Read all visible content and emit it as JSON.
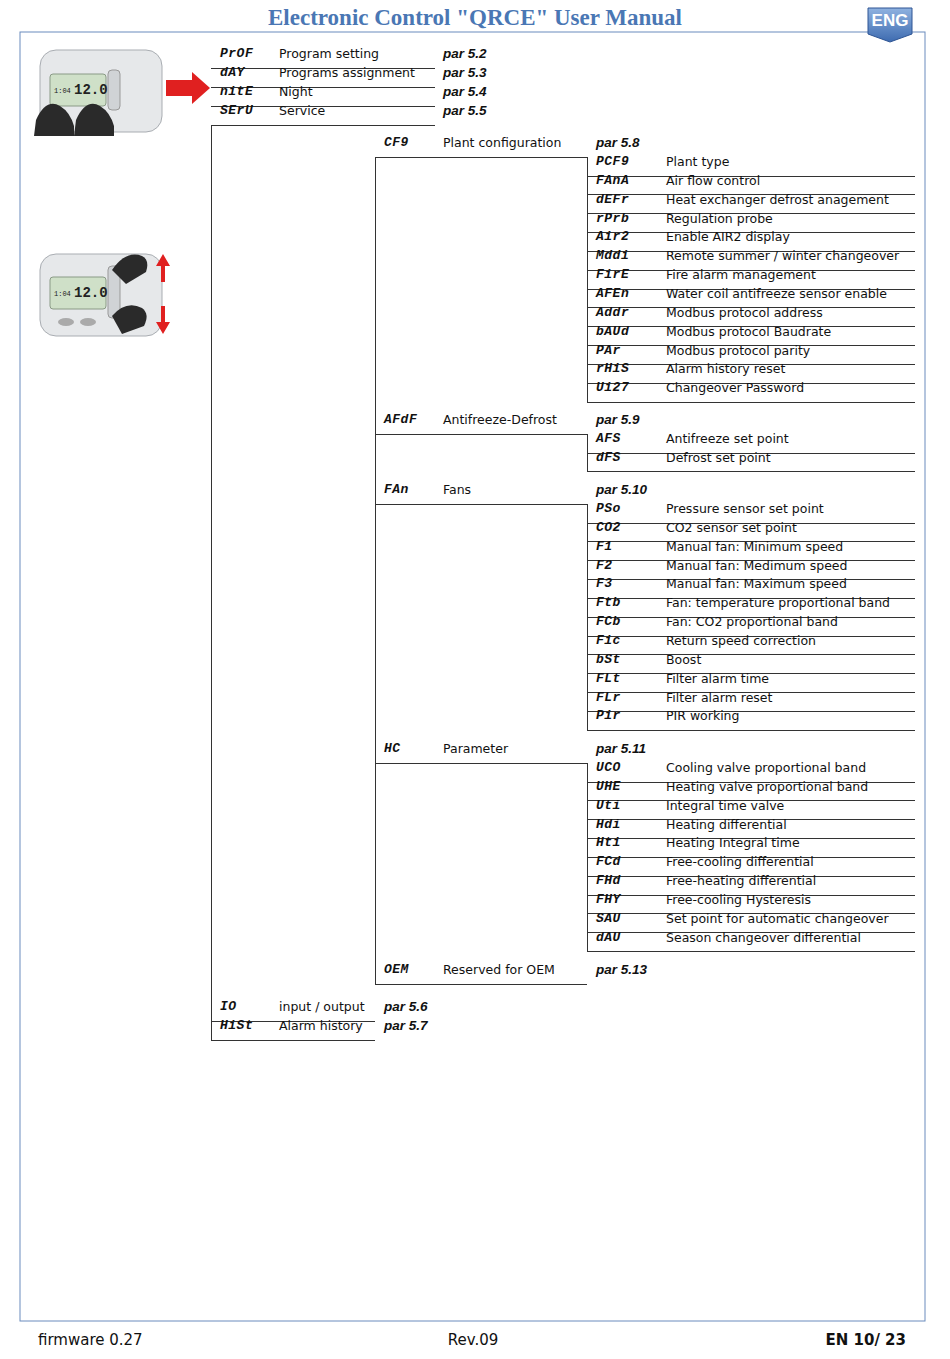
{
  "diagram": {
    "title": "Electronic Control \"QRCE\" User Manual",
    "labels": [
      "ENG",
      "PrOF",
      "Program setting",
      "par 5.2",
      "dAY",
      "Programs assignment",
      "par 5.3",
      "nitE",
      "Night",
      "par 5.4",
      "SErU",
      "Service",
      "par 5.5",
      "CF9",
      "Plant configuration",
      "par 5.8",
      "PCF9",
      "Plant type",
      "FAnA",
      "Air flow control",
      "dEFr",
      "Heat exchanger defrost anagement",
      "rPrb",
      "Regulation probe",
      "Air2",
      "Enable AIR2 display",
      "Mddi",
      "Remote summer / winter changeover",
      "FirE",
      "Fire alarm management",
      "AFEn",
      "Water coil antifreeze sensor enable",
      "Addr",
      "Modbus protocol address",
      "bAUd",
      "Modbus protocol Baudrate",
      "PAr",
      "Modbus protocol parity",
      "rHiS",
      "Alarm history reset",
      "Ui27",
      "Changeover Password",
      "AFdF",
      "Antifreeze-Defrost",
      "par 5.9",
      "AFS",
      "Antifreeze set point",
      "dFS",
      "Defrost set point",
      "FAn",
      "Fans",
      "par 5.10",
      "PSo",
      "Pressure sensor set point",
      "CO2",
      "CO2 sensor set point",
      "F1",
      "Manual fan: Minimum speed",
      "F2",
      "Manual fan: Medimum speed",
      "F3",
      "Manual fan: Maximum speed",
      "Ftb",
      "Fan: temperature proportional band",
      "FCb",
      "Fan: CO2 proportional band",
      "Fic",
      "Return speed correction",
      "bSt",
      "Boost",
      "FLt",
      "Filter alarm time",
      "FLr",
      "Filter alarm reset",
      "Pir",
      "PIR working",
      "HC",
      "Parameter",
      "par 5.11",
      "UCO",
      "Cooling valve proportional band",
      "UHE",
      "Heating valve proportional band",
      "Uti",
      "Integral time valve",
      "Hdi",
      "Heating differential",
      "Hti",
      "Heating Integral time",
      "FCd",
      "Free-cooling differential",
      "FHd",
      "Free-heating differential",
      "FHY",
      "Free-cooling Hysteresis",
      "SAU",
      "Set point for automatic changeover",
      "dAU",
      "Season changeover differential",
      "OEM",
      "Reserved for OEM",
      "par 5.13",
      "IO",
      "input / output",
      "par 5.6",
      "HiSt",
      "Alarm history",
      "par 5.7",
      "firmware 0.27",
      "Rev.09",
      "EN 10/ 23",
      "1:04",
      "12.0",
      "1:04",
      "12.0"
    ]
  }
}
